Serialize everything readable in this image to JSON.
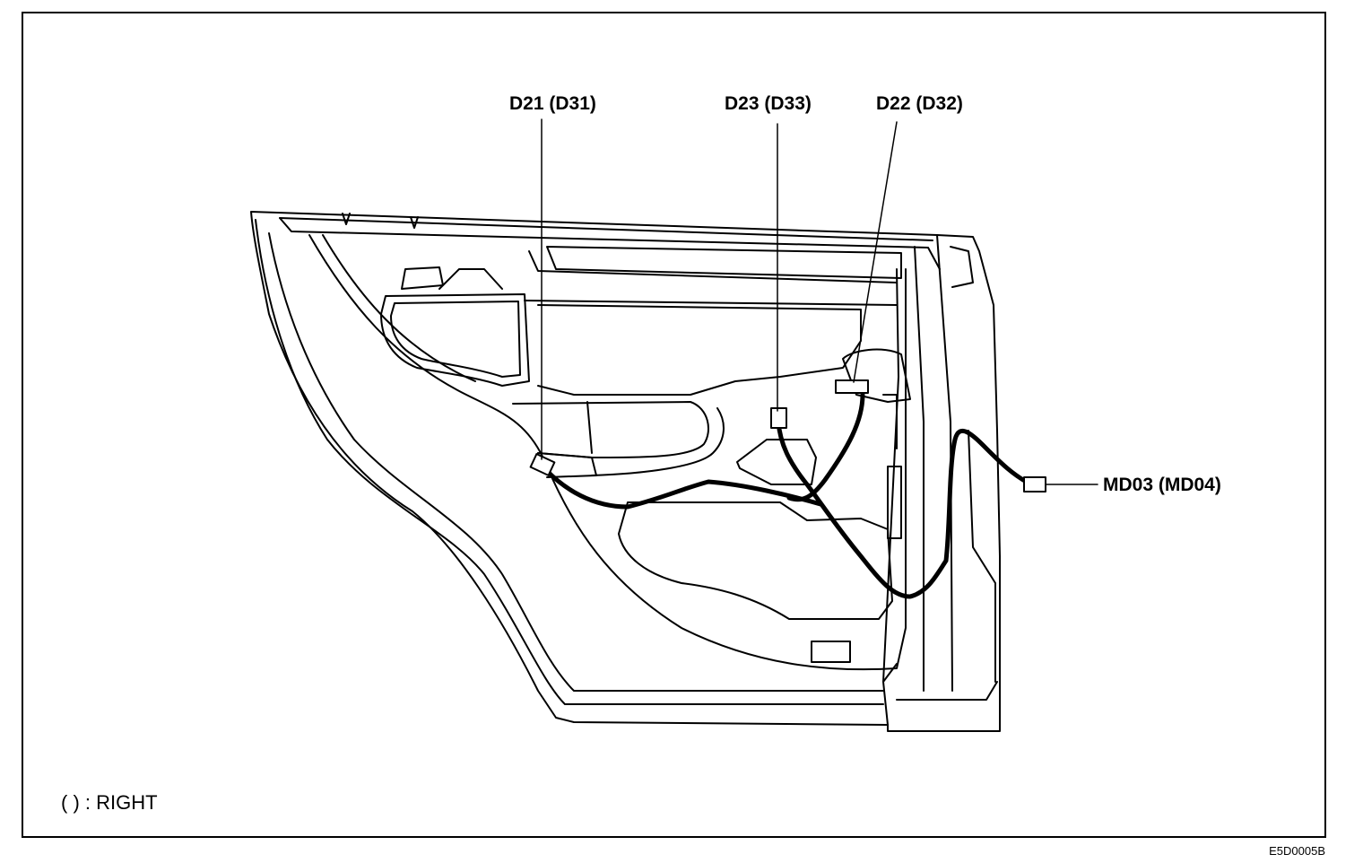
{
  "labels": {
    "d21": "D21 (D31)",
    "d23": "D23 (D33)",
    "d22": "D22 (D32)",
    "md03": "MD03 (MD04)"
  },
  "legend": "(   ) : RIGHT",
  "figure_code": "E5D0005B"
}
